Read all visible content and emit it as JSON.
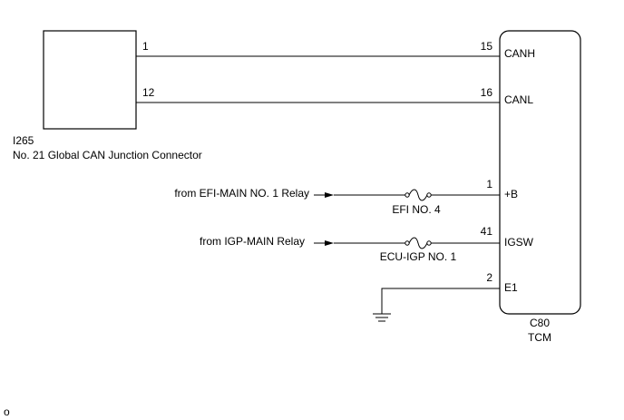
{
  "connector_i265": {
    "code": "I265",
    "name": "No. 21 Global CAN Junction Connector",
    "pins": {
      "canh": "1",
      "canl": "12"
    }
  },
  "tcm": {
    "code": "C80",
    "name": "TCM",
    "pins": {
      "canh": {
        "number": "15",
        "label": "CANH"
      },
      "canl": {
        "number": "16",
        "label": "CANL"
      },
      "b": {
        "number": "1",
        "label": "+B"
      },
      "igsw": {
        "number": "41",
        "label": "IGSW"
      },
      "e1": {
        "number": "2",
        "label": "E1"
      }
    }
  },
  "sources": {
    "efi_main": "from EFI-MAIN NO. 1 Relay",
    "igp_main": "from IGP-MAIN Relay"
  },
  "fuses": {
    "efi": "EFI NO. 4",
    "ecu_igp": "ECU-IGP NO. 1"
  },
  "footer_mark": "o"
}
